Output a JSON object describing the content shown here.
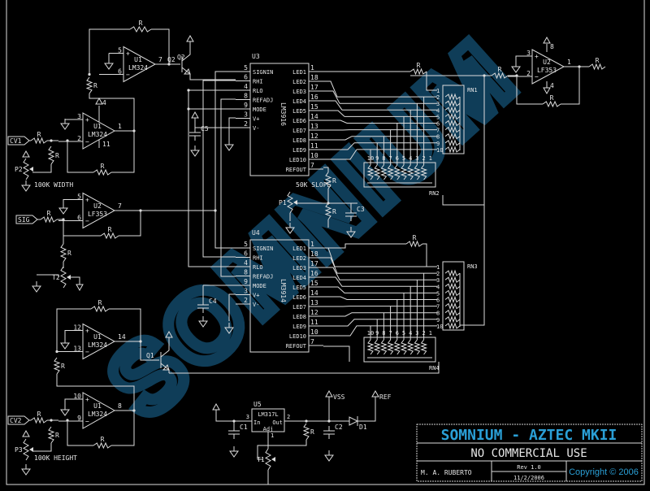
{
  "watermark": "SOMNIUM",
  "title_block": {
    "title": "SOMNIUM - AZTEC MKII",
    "notice": "NO COMMERCIAL USE",
    "author": "M. A. RUBERTO",
    "rev": "Rev 1.0",
    "date": "11/2/2006",
    "copyright": "Copyright © 2006"
  },
  "colors": {
    "title": "#2a9fd6",
    "lines": "#dcdcdc",
    "watermark": "#0f3d58",
    "background": "#000000"
  },
  "labels": {
    "resistor": "R",
    "cv1": "CV1",
    "sig": "SIG",
    "cv2": "CV2",
    "p1": "P1",
    "p2": "P2",
    "p3": "P3",
    "t1": "T1",
    "t2": "T2",
    "p1_desc": "50K SLOPE",
    "p2_desc": "100K WIDTH",
    "p3_desc": "100K HEIGHT",
    "q1": "Q1",
    "q2": "Q2",
    "c1": "C1",
    "c2": "C2",
    "c3": "C3",
    "c4": "C4",
    "c5": "C5",
    "d1": "D1",
    "vss": "VSS",
    "ref": "REF",
    "rn1": "RN1",
    "rn2": "RN2",
    "rn3": "RN3",
    "rn4": "RN4"
  },
  "opamps": [
    {
      "ref": "U1",
      "part": "LM324",
      "plus": "5",
      "minus": "6",
      "out": "7"
    },
    {
      "ref": "U1",
      "part": "LM324",
      "plus": "3",
      "minus": "2",
      "out": "1",
      "vplus": "4",
      "vminus": "11"
    },
    {
      "ref": "U2",
      "part": "LF353",
      "plus": "5",
      "minus": "6",
      "out": "7"
    },
    {
      "ref": "U1",
      "part": "LM324",
      "plus": "12",
      "minus": "13",
      "out": "14"
    },
    {
      "ref": "U1",
      "part": "LM324",
      "plus": "10",
      "minus": "9",
      "out": "8"
    },
    {
      "ref": "U2",
      "part": "LF353",
      "plus": "3",
      "minus": "2",
      "out": "1",
      "vplus": "8",
      "vminus": "4"
    }
  ],
  "ics": [
    {
      "ref": "U3",
      "part": "LM3916"
    },
    {
      "ref": "U4",
      "part": "LM3914"
    }
  ],
  "ic_left_pins": [
    {
      "num": "5",
      "name": "SIGNIN"
    },
    {
      "num": "6",
      "name": "RHI"
    },
    {
      "num": "4",
      "name": "RLO"
    },
    {
      "num": "8",
      "name": "REFADJ"
    },
    {
      "num": "9",
      "name": "MODE"
    },
    {
      "num": "3",
      "name": "V+"
    },
    {
      "num": "2",
      "name": "V-"
    }
  ],
  "ic_right_pins": [
    {
      "num": "1",
      "name": "LED1"
    },
    {
      "num": "18",
      "name": "LED2"
    },
    {
      "num": "17",
      "name": "LED3"
    },
    {
      "num": "16",
      "name": "LED4"
    },
    {
      "num": "15",
      "name": "LED5"
    },
    {
      "num": "14",
      "name": "LED6"
    },
    {
      "num": "13",
      "name": "LED7"
    },
    {
      "num": "12",
      "name": "LED8"
    },
    {
      "num": "11",
      "name": "LED9"
    },
    {
      "num": "10",
      "name": "LED10"
    },
    {
      "num": "7",
      "name": "REFOUT"
    }
  ],
  "regulator": {
    "ref": "U5",
    "part": "LM317L",
    "in": "In",
    "out": "Out",
    "adj": "Adj",
    "pin_in": "3",
    "pin_out": "2",
    "pin_adj": "1"
  },
  "rn_pins": [
    "1",
    "2",
    "3",
    "4",
    "5",
    "6",
    "7",
    "8",
    "9",
    "10"
  ],
  "rn_pins_reversed": [
    "10",
    "9",
    "8",
    "7",
    "6",
    "5",
    "4",
    "3",
    "2",
    "1"
  ]
}
